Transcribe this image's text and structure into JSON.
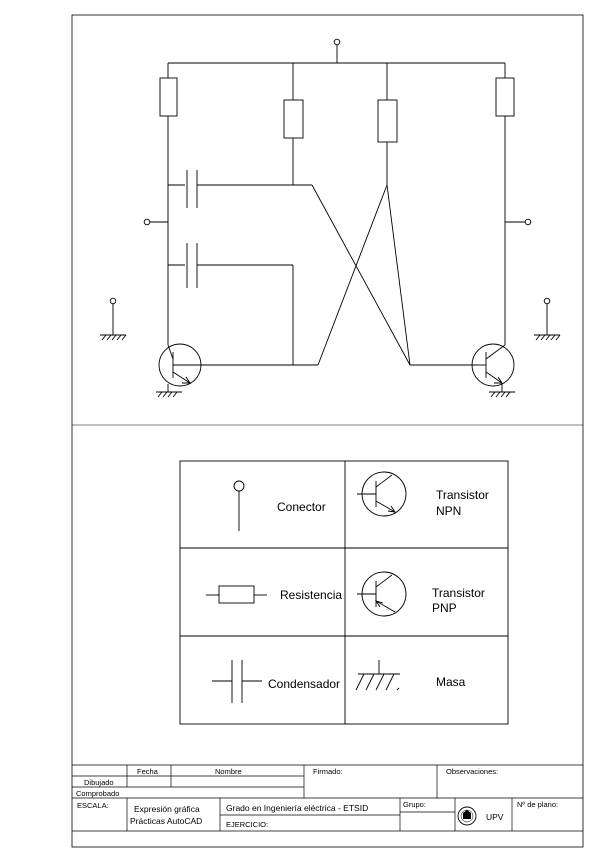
{
  "legend": {
    "connector": "Conector",
    "resistor": "Resistencia",
    "capacitor": "Condensador",
    "npn_line1": "Transistor",
    "npn_line2": "NPN",
    "pnp_line1": "Transistor",
    "pnp_line2": "PNP",
    "ground": "Masa"
  },
  "title_block": {
    "col_fecha": "Fecha",
    "col_nombre": "Nombre",
    "col_firmado": "Firmado:",
    "col_observaciones": "Observaciones:",
    "row_dibujado": "Dibujado",
    "row_comprobado": "Comprobado",
    "escala": "ESCALA:",
    "course_line1": "Expresión gráfica",
    "course_line2": "Prácticas AutoCAD",
    "degree": "Grado en Ingeniería eléctrica - ETSID",
    "grupo": "Grupo:",
    "ejercicio": "EJERCICIO:",
    "upv": "UPV",
    "plano": "Nº de plano:"
  }
}
